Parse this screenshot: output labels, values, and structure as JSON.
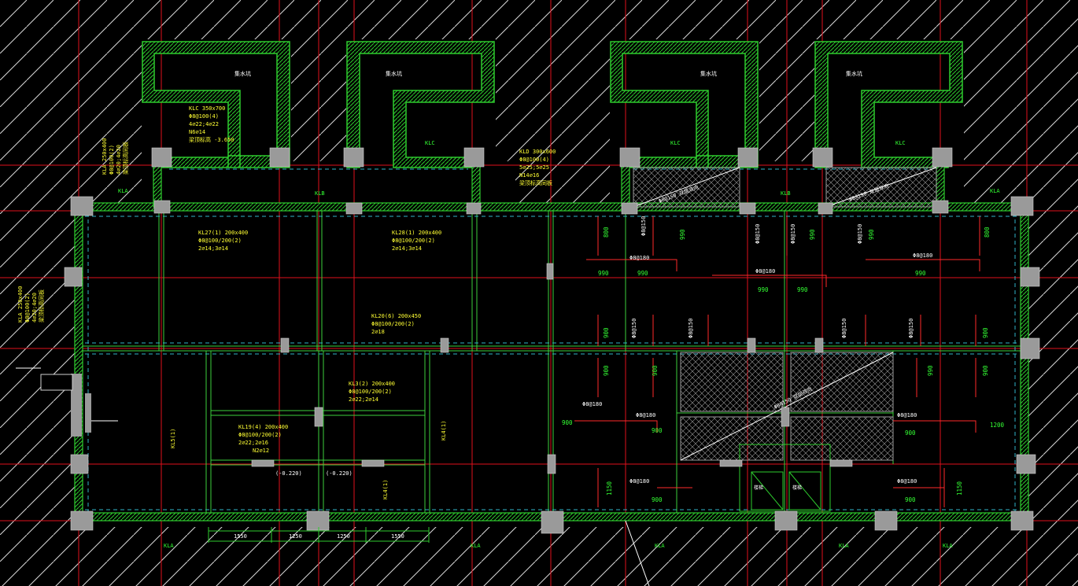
{
  "colors": {
    "background": "#000000",
    "hatch": "#d9d9d9",
    "axis": "#e0101c",
    "wall": "#2ecc2e",
    "beam": "#3bd13b",
    "dashed": "#2fb5c8",
    "column": "#9a9a9a",
    "text_yellow": "#ffff33",
    "text_green": "#33ff33",
    "text_white": "#ffffff",
    "text_magenta": "#ff33ff",
    "dim_red": "#ff2a2a"
  },
  "lift_pit_labels": [
    "集水坑",
    "集水坑",
    "集水坑",
    "集水坑"
  ],
  "beam_labels": [
    {
      "id": "klc-1",
      "lines": [
        "KLC 350x700",
        "Φ8@100(4)",
        "4⌀22;4⌀22",
        "N6⌀14",
        "梁顶标高 -3.650"
      ]
    },
    {
      "id": "kla-top",
      "lines": [
        "KLA 250x400",
        "Φ8@100(2)",
        "4⌀20;4⌀20",
        "梁顶标高同板"
      ]
    },
    {
      "id": "kld",
      "lines": [
        "KLD 300x600",
        "Φ8@100(4)",
        "5⌀25;5⌀25",
        "N14⌀16",
        "梁顶标高同板"
      ]
    },
    {
      "id": "kla-left",
      "lines": [
        "KLA 250x400",
        "Φ8@100(2)",
        "4⌀20;4⌀20",
        "梁顶标高同板"
      ]
    },
    {
      "id": "kl27",
      "lines": [
        "KL27(1) 200x400",
        "Φ8@100/200(2)",
        "2⌀14;3⌀14"
      ]
    },
    {
      "id": "kl28",
      "lines": [
        "KL28(1) 200x400",
        "Φ8@100/200(2)",
        "2⌀14;3⌀14"
      ]
    },
    {
      "id": "kl20",
      "lines": [
        "KL20(6) 200x450",
        "Φ8@100/200(2)",
        "2⌀18"
      ]
    },
    {
      "id": "kl3",
      "lines": [
        "KL3(2) 200x400",
        "Φ8@100/200(2)",
        "2⌀22;2⌀14"
      ]
    },
    {
      "id": "kl19",
      "lines": [
        "KL19(4) 200x400",
        "Φ8@100/200(2)",
        "2⌀22;2⌀16",
        "N2⌀12"
      ]
    }
  ],
  "small_labels": {
    "klb": "KLB",
    "kla": "KLA",
    "klc": "KLC",
    "kl5": "KL5(1)",
    "kl4": "KL4(1)",
    "slab_note": "Φ8@150 双层双向",
    "rebar_180": "Φ8@180",
    "rebar_150": "Φ8@150",
    "elev1": "(-0.220)",
    "elev2": "(-0.220)",
    "stair": "楼梯"
  },
  "dims_bottom": [
    "1550",
    "1250",
    "1250",
    "1550"
  ],
  "dims_green": [
    "990",
    "990",
    "990",
    "990",
    "900",
    "900",
    "1200",
    "1150",
    "1150",
    "800",
    "800"
  ]
}
